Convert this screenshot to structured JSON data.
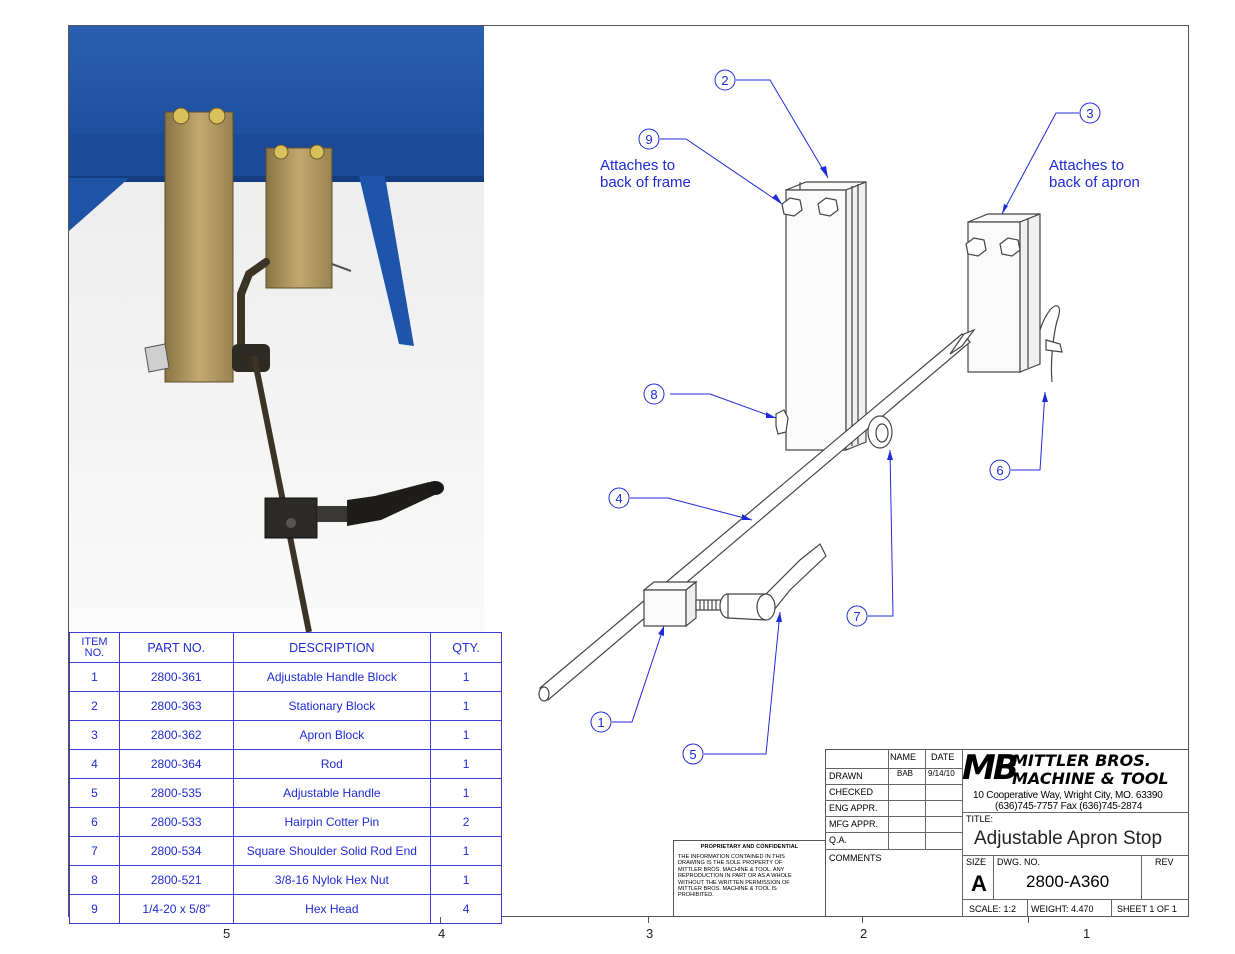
{
  "notes": {
    "frame": [
      "Attaches to",
      "back of frame"
    ],
    "apron": [
      "Attaches to",
      "back of apron"
    ]
  },
  "balloons": [
    "1",
    "2",
    "3",
    "4",
    "5",
    "6",
    "7",
    "8",
    "9"
  ],
  "table": {
    "headers": {
      "item": [
        "ITEM",
        "NO."
      ],
      "part": "PART NO.",
      "desc": "DESCRIPTION",
      "qty": "QTY."
    },
    "rows": [
      {
        "item": "1",
        "part": "2800-361",
        "desc": "Adjustable Handle Block",
        "qty": "1"
      },
      {
        "item": "2",
        "part": "2800-363",
        "desc": "Stationary Block",
        "qty": "1"
      },
      {
        "item": "3",
        "part": "2800-362",
        "desc": "Apron Block",
        "qty": "1"
      },
      {
        "item": "4",
        "part": "2800-364",
        "desc": "Rod",
        "qty": "1"
      },
      {
        "item": "5",
        "part": "2800-535",
        "desc": "Adjustable Handle",
        "qty": "1"
      },
      {
        "item": "6",
        "part": "2800-533",
        "desc": "Hairpin Cotter Pin",
        "qty": "2"
      },
      {
        "item": "7",
        "part": "2800-534",
        "desc": "Square Shoulder Solid Rod End",
        "qty": "1"
      },
      {
        "item": "8",
        "part": "2800-521",
        "desc": "3/8-16 Nylok Hex Nut",
        "qty": "1"
      },
      {
        "item": "9",
        "part": "1/4-20 x 5/8\"",
        "desc": "Hex Head",
        "qty": "4"
      }
    ]
  },
  "confidential": {
    "heading": "PROPRIETARY AND CONFIDENTIAL",
    "body": [
      "THE INFORMATION CONTAINED IN THIS",
      "DRAWING IS THE SOLE PROPERTY OF",
      "MITTLER BROS. MACHINE & TOOL.  ANY",
      "REPRODUCTION IN PART OR AS A WHOLE",
      "WITHOUT THE WRITTEN PERMISSION OF",
      "MITTLER BROS. MACHINE & TOOL IS",
      "PROHIBITED."
    ]
  },
  "title_block": {
    "name_label": "NAME",
    "date_label": "DATE",
    "drawn": "DRAWN",
    "drawn_name": "BAB",
    "drawn_date": "9/14/10",
    "checked": "CHECKED",
    "eng_appr": "ENG APPR.",
    "mfg_appr": "MFG APPR.",
    "qa": "Q.A.",
    "comments": "COMMENTS",
    "logo_mark": "MB",
    "company_line1": "MITTLER BROS.",
    "company_line2": "MACHINE & TOOL",
    "address": "10 Cooperative Way, Wright City, MO. 63390",
    "phone": "(636)745-7757  Fax (636)745-2874",
    "title_label": "TITLE:",
    "title": "Adjustable Apron Stop",
    "size_label": "SIZE",
    "size": "A",
    "dwg_label": "DWG.  NO.",
    "dwg_no": "2800-A360",
    "rev_label": "REV",
    "scale": "SCALE: 1:2",
    "weight": "WEIGHT: 4.470",
    "sheet": "SHEET 1 OF 1"
  },
  "zones": [
    "5",
    "4",
    "3",
    "2",
    "1"
  ],
  "colors": {
    "annotation": "#1f2bd6",
    "frame_blue": "#1f5fb8",
    "brass": "#b59a5e"
  }
}
